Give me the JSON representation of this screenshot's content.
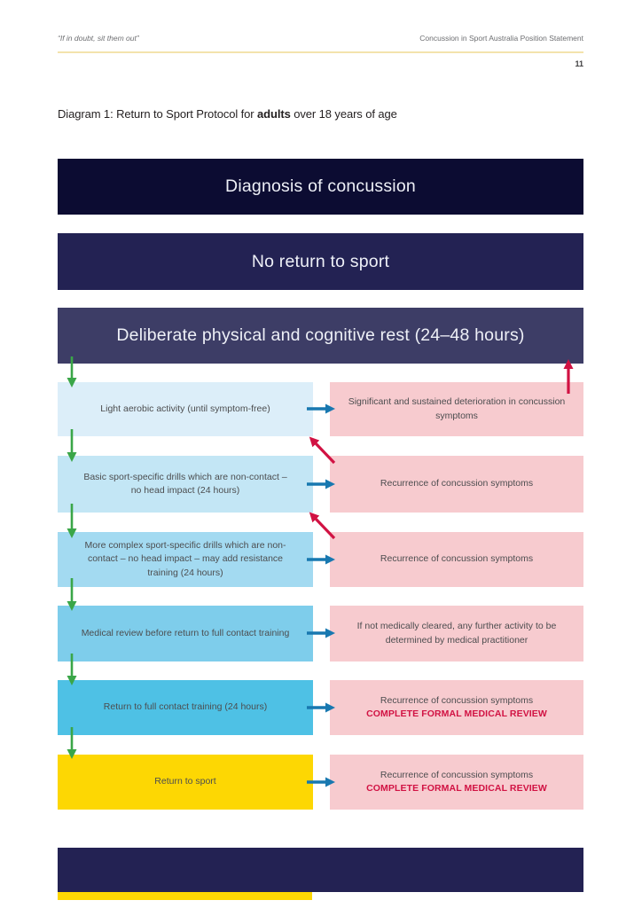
{
  "header": {
    "quote": "“If in doubt, sit them out”",
    "doc_title": "Concussion in Sport Australia Position Statement",
    "page_number": "11"
  },
  "title": {
    "prefix": "Diagram 1: Return to Sport Protocol for ",
    "emphasis": "adults",
    "suffix": " over 18 years of age"
  },
  "flow": {
    "top_boxes": [
      "Diagnosis of concussion",
      "No return to sport",
      "Deliberate physical and cognitive rest (24–48 hours)"
    ],
    "steps": [
      {
        "step": "Light aerobic activity (until symptom-free)",
        "outcome": "Significant and sustained deterioration in concussion symptoms",
        "outcome_action": ""
      },
      {
        "step": "Basic sport-specific drills which are non-contact – no head impact (24 hours)",
        "outcome": "Recurrence of concussion symptoms",
        "outcome_action": ""
      },
      {
        "step": "More complex sport-specific drills which are non-contact – no head impact – may add resistance training (24 hours)",
        "outcome": "Recurrence of concussion symptoms",
        "outcome_action": ""
      },
      {
        "step": "Medical review before return to full contact training",
        "outcome": "If not medically cleared, any further activity to be determined by medical practitioner",
        "outcome_action": ""
      },
      {
        "step": "Return to full contact training (24 hours)",
        "outcome": "Recurrence of concussion symptoms",
        "outcome_action": "COMPLETE FORMAL MEDICAL REVIEW"
      },
      {
        "step": "Return to sport",
        "outcome": "Recurrence of concussion symptoms",
        "outcome_action": "COMPLETE FORMAL MEDICAL REVIEW"
      }
    ]
  },
  "colors": {
    "top": [
      "#0c0c32",
      "#232253",
      "#3d3d66"
    ],
    "step_fills": [
      "#dceef9",
      "#c3e6f5",
      "#a3daf1",
      "#7ecdeb",
      "#4ec1e5",
      "#fdd703"
    ],
    "outcome_fill": "#f7cbcf",
    "arrow_green": "#3aa648",
    "arrow_blue": "#1878b0",
    "arrow_red": "#d11243",
    "action_text": "#d11243",
    "rule_gold": "#f3e3ac",
    "footer_navy": "#232253",
    "footer_yellow": "#fdd703"
  }
}
